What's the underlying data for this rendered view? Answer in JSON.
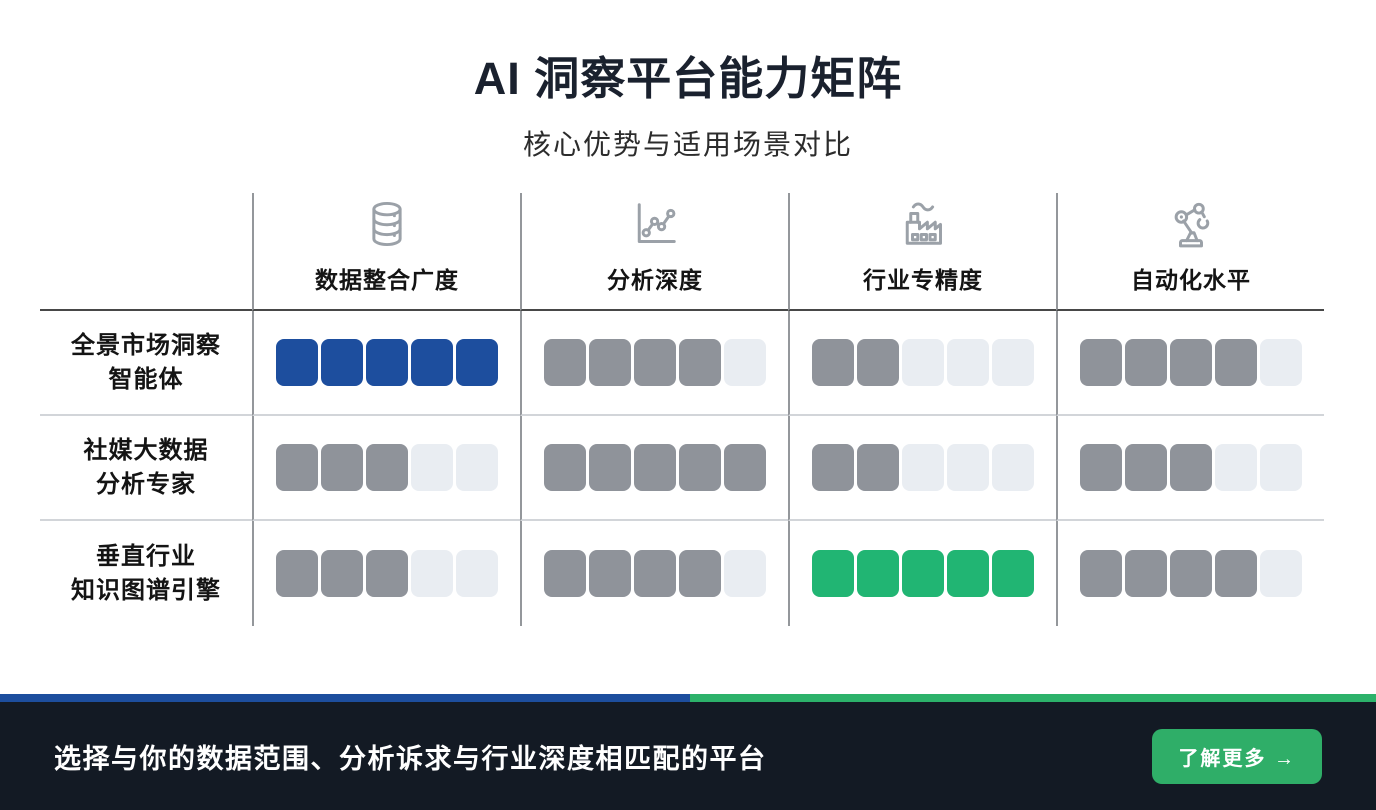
{
  "page": {
    "title": "AI 洞察平台能力矩阵",
    "subtitle": "核心优势与适用场景对比"
  },
  "matrix": {
    "scale_max": 5,
    "columns": [
      {
        "icon": "database-icon",
        "label": "数据整合广度"
      },
      {
        "icon": "line-chart-icon",
        "label": "分析深度"
      },
      {
        "icon": "factory-icon",
        "label": "行业专精度"
      },
      {
        "icon": "robot-arm-icon",
        "label": "自动化水平"
      }
    ],
    "rows": [
      {
        "label": "全景市场洞察智能体",
        "lines": [
          "全景市场洞察",
          "智能体"
        ],
        "cells": [
          {
            "value": 5,
            "variant": "blue"
          },
          {
            "value": 4,
            "variant": "gray"
          },
          {
            "value": 2,
            "variant": "gray"
          },
          {
            "value": 4,
            "variant": "gray"
          }
        ]
      },
      {
        "label": "社媒大数据分析专家",
        "lines": [
          "社媒大数据",
          "分析专家"
        ],
        "cells": [
          {
            "value": 3,
            "variant": "gray"
          },
          {
            "value": 5,
            "variant": "gray"
          },
          {
            "value": 2,
            "variant": "gray"
          },
          {
            "value": 3,
            "variant": "gray"
          }
        ]
      },
      {
        "label": "垂直行业知识图谱引擎",
        "lines": [
          "垂直行业",
          "知识图谱引擎"
        ],
        "cells": [
          {
            "value": 3,
            "variant": "gray"
          },
          {
            "value": 4,
            "variant": "gray"
          },
          {
            "value": 5,
            "variant": "green"
          },
          {
            "value": 4,
            "variant": "gray"
          }
        ]
      }
    ]
  },
  "chart_data": {
    "type": "table",
    "title": "AI 洞察平台能力矩阵",
    "subtitle": "核心优势与适用场景对比",
    "columns": [
      "数据整合广度",
      "分析深度",
      "行业专精度",
      "自动化水平"
    ],
    "scale": [
      0,
      5
    ],
    "series": [
      {
        "name": "全景市场洞察智能体",
        "values": [
          5,
          4,
          2,
          4
        ]
      },
      {
        "name": "社媒大数据分析专家",
        "values": [
          3,
          5,
          2,
          3
        ]
      },
      {
        "name": "垂直行业知识图谱引擎",
        "values": [
          3,
          4,
          5,
          4
        ]
      }
    ],
    "highlights": [
      {
        "row": "全景市场洞察智能体",
        "column": "数据整合广度",
        "color": "#1d4e9e"
      },
      {
        "row": "垂直行业知识图谱引擎",
        "column": "行业专精度",
        "color": "#22b573"
      }
    ],
    "legend": "none",
    "grid": "on"
  },
  "footer": {
    "message": "选择与你的数据范围、分析诉求与行业深度相匹配的平台",
    "cta_label": "了解更多 →"
  },
  "colors": {
    "blue": "#1d4e9e",
    "gray": "#8f939a",
    "green": "#21b573",
    "empty": "#e9edf2",
    "accent_bar_blue": "#1d4e9e",
    "accent_bar_green": "#2cb26a",
    "footer_bg": "#131a24",
    "button_green": "#2fae68"
  }
}
